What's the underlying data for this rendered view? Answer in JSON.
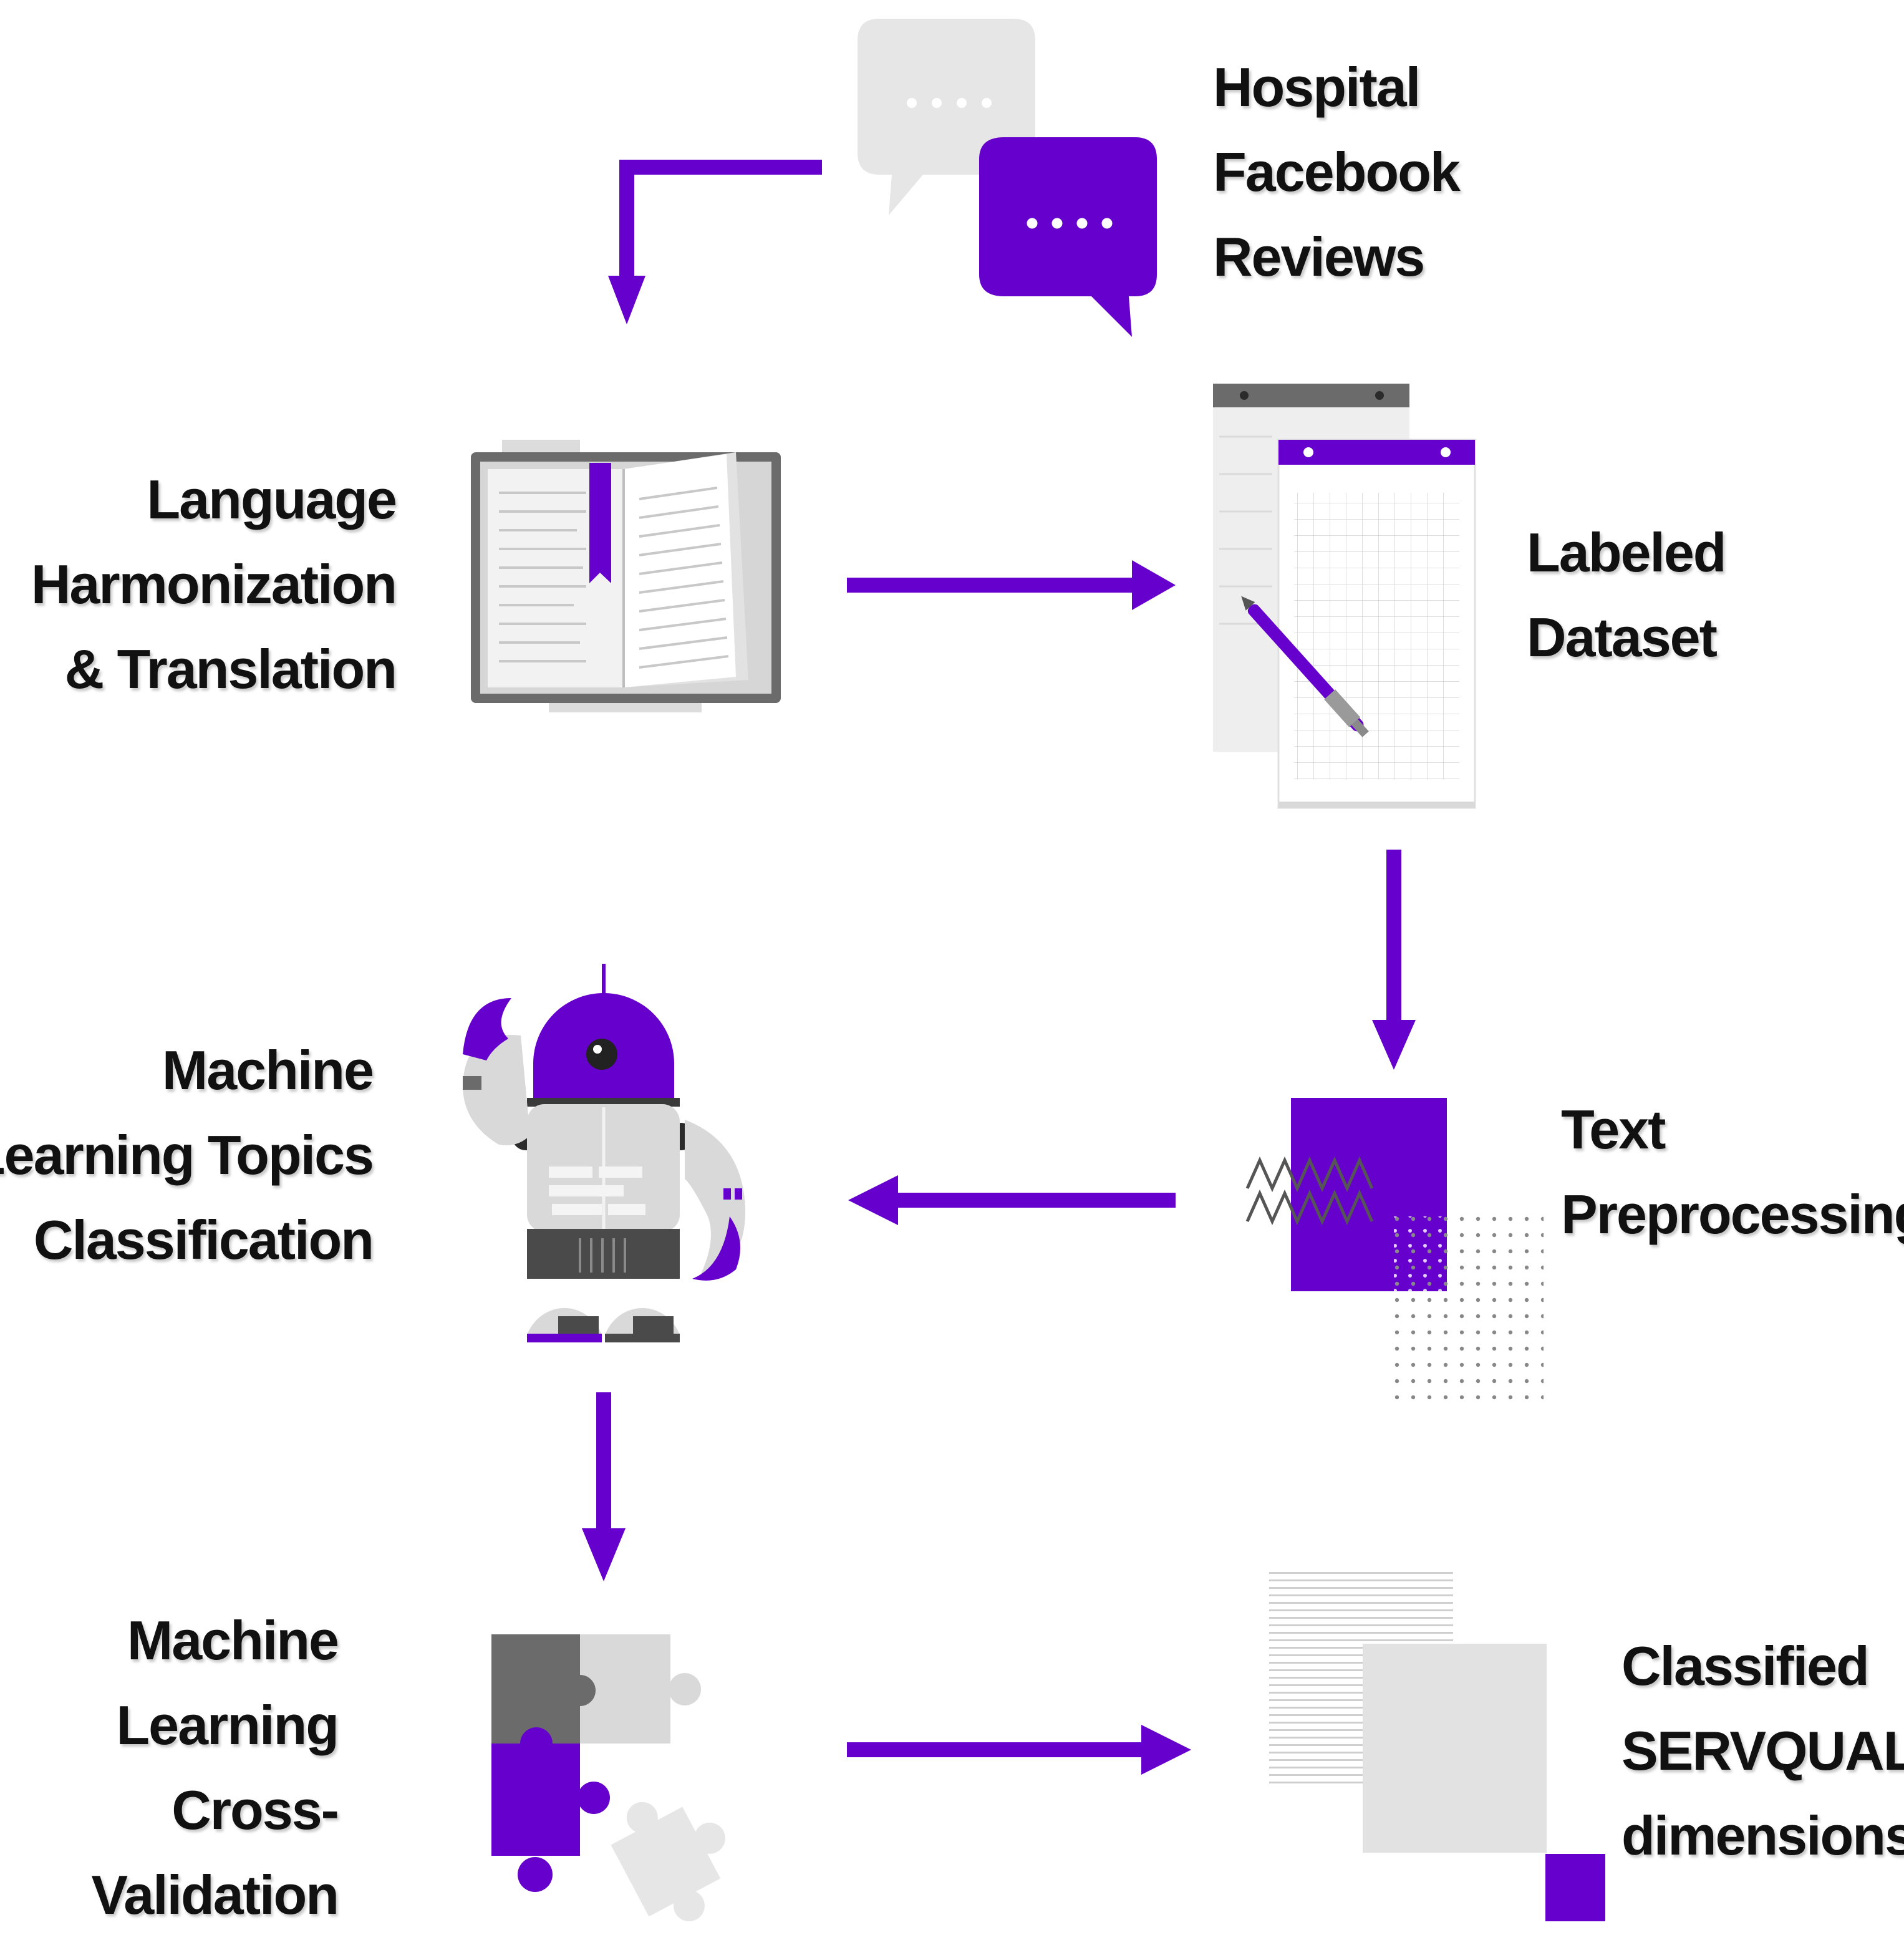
{
  "colors": {
    "accent": "#6600cc",
    "light_gray": "#e6e6e6",
    "mid_gray": "#bdbdbd",
    "dark_gray": "#6b6b6b",
    "text": "#111111"
  },
  "steps": {
    "reviews": {
      "lines": [
        "Hospital",
        "Facebook",
        "Reviews"
      ],
      "icon": "chat-bubbles-icon"
    },
    "harmonization": {
      "lines": [
        "Language",
        "Harmonization",
        "& Translation"
      ],
      "icon": "open-book-icon"
    },
    "dataset": {
      "lines": [
        "Labeled",
        "Dataset"
      ],
      "icon": "notepad-pen-icon"
    },
    "preprocessing": {
      "lines": [
        "Text",
        "Preprocessing"
      ],
      "icon": "abstract-shapes-icon"
    },
    "classification": {
      "lines": [
        "Machine",
        "Learning Topics",
        "Classification"
      ],
      "icon": "robot-icon"
    },
    "validation": {
      "lines": [
        "Machine",
        "Learning",
        "Cross-",
        "Validation"
      ],
      "icon": "puzzle-icon"
    },
    "servqual": {
      "lines": [
        "Classified",
        "SERVQUAL",
        "dimensions"
      ],
      "icon": "overlapping-squares-icon"
    }
  },
  "flow": [
    {
      "from": "reviews",
      "to": "harmonization",
      "icon": "arrow-elbow-down-icon"
    },
    {
      "from": "harmonization",
      "to": "dataset",
      "icon": "arrow-right-icon"
    },
    {
      "from": "dataset",
      "to": "preprocessing",
      "icon": "arrow-down-icon"
    },
    {
      "from": "preprocessing",
      "to": "classification",
      "icon": "arrow-left-icon"
    },
    {
      "from": "classification",
      "to": "validation",
      "icon": "arrow-down-icon"
    },
    {
      "from": "validation",
      "to": "servqual",
      "icon": "arrow-right-icon"
    }
  ]
}
